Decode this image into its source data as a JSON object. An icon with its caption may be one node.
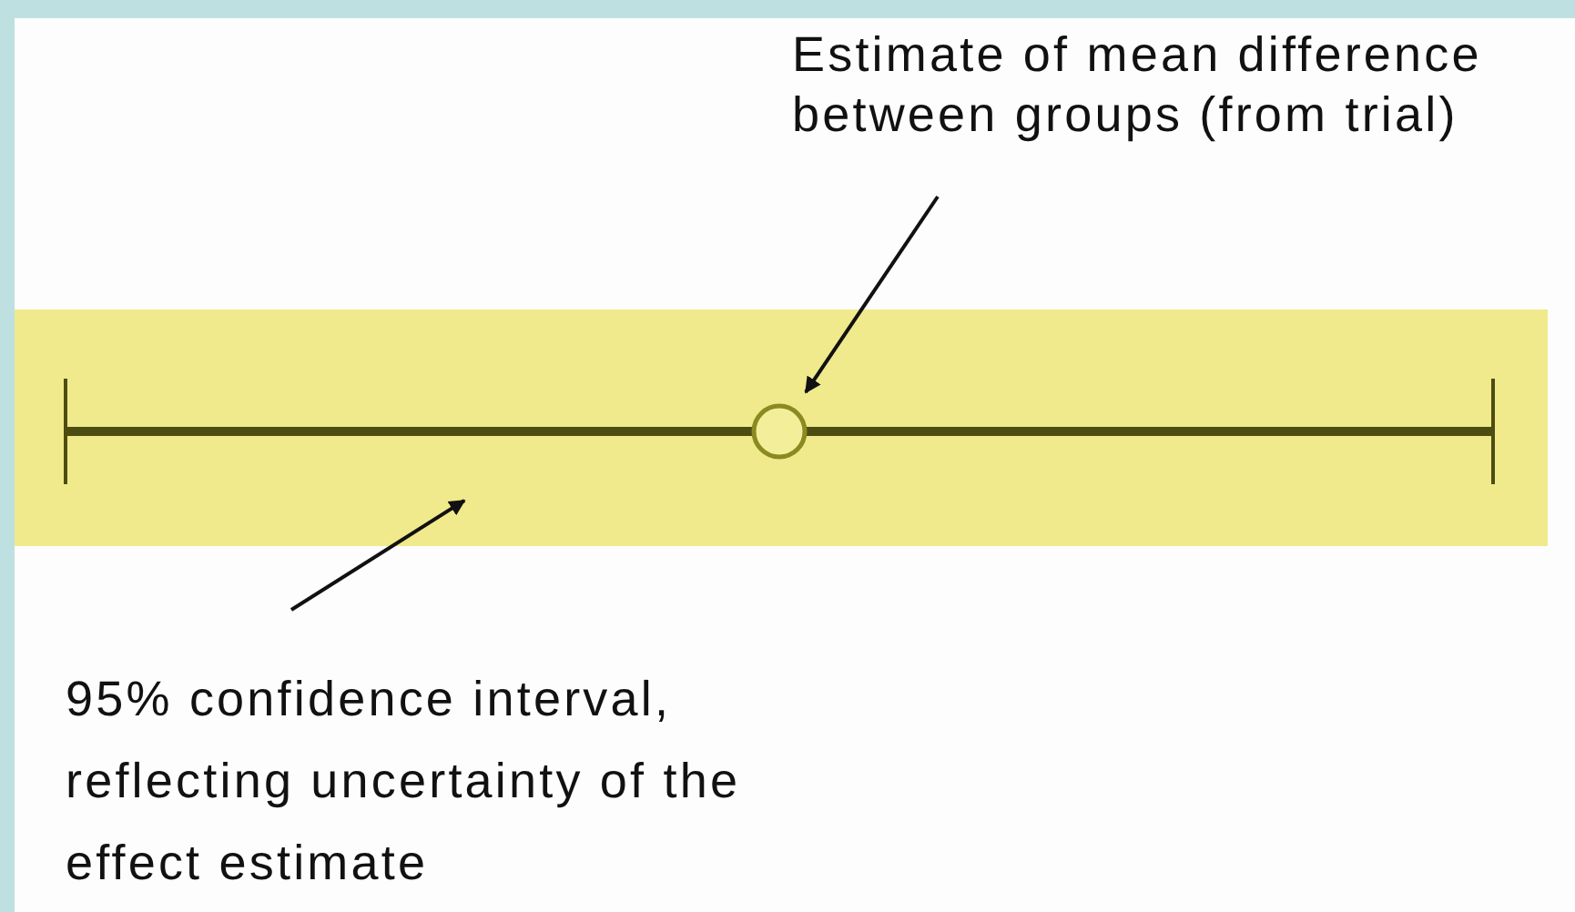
{
  "diagram": {
    "nodes": [
      {
        "text": [
          "Estimate of mean difference between groups (from trial)"
        ]
      },
      {
        "text": [],
        "shape": "bar"
      },
      {
        "text": [],
        "shape": "circle",
        "in": 1
      },
      {
        "text": [
          "95% confidence interval, reflecting uncertainty of the effect estimate"
        ]
      }
    ],
    "edges": [
      {
        "from": 0,
        "to": 2,
        "arrow": "to"
      },
      {
        "from": 3,
        "to": 1,
        "arrow": "to"
      }
    ]
  }
}
